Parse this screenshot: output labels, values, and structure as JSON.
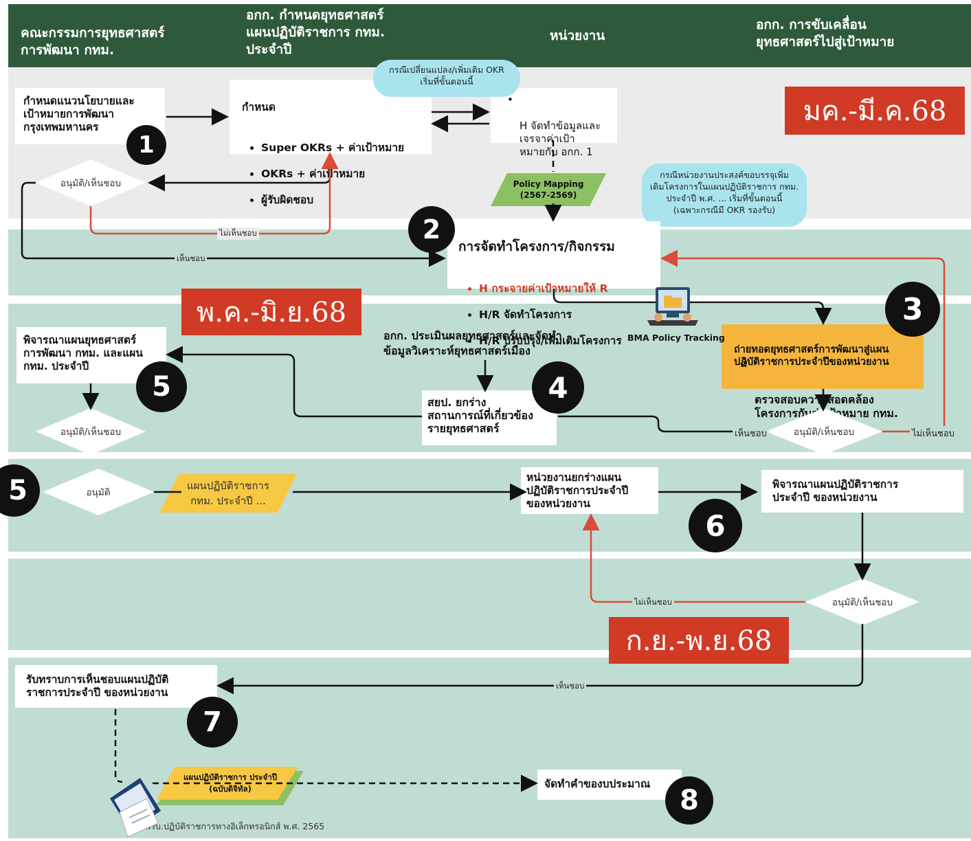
{
  "colors": {
    "header": "#2e5a3b",
    "band_gray": "#ebebeb",
    "band_green": "#c0ddd3",
    "badge": "#d13a24",
    "bubble": "#a9e4ee",
    "yellow": "#f7c842",
    "orange_box": "#f5b53d",
    "green_parallelogram": "#8cc063",
    "red_line": "#d94b3a"
  },
  "header": {
    "col1": "คณะกรรมการยุทธศาสตร์\nการพัฒนา กทม.",
    "col2": "อกก. กำหนดยุทธศาสตร์\nแผนปฏิบัติราชการ กทม.\nประจำปี",
    "col3": "หน่วยงาน",
    "col4": "อกก. การขับเคลื่อน\nยุทธศาสตร์ไปสู่เป้าหมาย"
  },
  "badges": {
    "b1": "มค.-มี.ค.68",
    "b2": "พ.ค.-มิ.ย.68",
    "b3": "ก.ย.-พ.ย.68"
  },
  "steps": {
    "s1": "1",
    "s2": "2",
    "s3": "3",
    "s4": "4",
    "s5a": "5",
    "s5b": "5",
    "s6": "6",
    "s7": "7",
    "s8": "8"
  },
  "boxes": {
    "policy": "กำหนดแนวนโยบายและ\nเป้าหมายการพัฒนา\nกรุงเทพมหานคร",
    "define_title": "กำหนด",
    "define_items": [
      "Super OKRs + ค่าเป้าหมาย",
      "OKRs + ค่าเป้าหมาย",
      "ผู้รับผิดชอบ"
    ],
    "h_data": "H จัดทำข้อมูลและ\nเจรจาค่าเป้า\nหมายกับ อกก. 1",
    "projects_title": "การจัดทำโครงการ/กิจกรรม",
    "projects_items": [
      "H กระจายค่าเป้าหมายให้ R",
      "H/R จัดทำโครงการ",
      "H/R ปรับปรุง/เพิ่มเติมโครงการ"
    ],
    "consider_strategy": "พิจารณาแผนยุทธศาสตร์\nการพัฒนา กทม. และแผน\nกทม. ประจำปี",
    "assess_text": "อกก. ประเมินผลยุทธศาสตร์และจัดทำ\nข้อมูลวิเคราะห์ยุทธศาสตร์เมือง",
    "draft_situation": "สยป. ยกร่าง\nสถานการณ์ที่เกี่ยวข้อง\nรายยุทธศาสตร์",
    "cascade": "ถ่ายทอดยุทธศาสตร์การพัฒนาสู่แผน\nปฏิบัติราชการประจำปีของหน่วยงาน",
    "cascade_item": "ตรวจสอบความสอดคล้อง\nโครงการกับค่าเป้าหมาย กทม.",
    "unit_draft": "หน่วยงานยกร่างแผน\nปฏิบัติราชการประจำปี\nของหน่วยงาน",
    "consider_unit_plan": "พิจารณาแผนปฏิบัติราชการ\nประจำปี ของหน่วยงาน",
    "acknowledge": "รับทราบการเห็นชอบแผนปฏิบัติ\nราชการประจำปี ของหน่วยงาน",
    "budget": "จัดทำคำของบประมาณ"
  },
  "bubbles": {
    "okr_change": "กรณีเปลี่ยนแปลง/เพิ่มเติม OKR\nเริ่มที่ขั้นตอนนี้",
    "unit_add": "กรณีหน่วยงานประสงค์ขอบรรจุเพิ่ม\nเติมโครงการในแผนปฏิบัติราชการ กทม.\nประจำปี พ.ศ. ... เริ่มที่ขั้นตอนนี้\n(เฉพาะกรณีมี OKR รองรับ)"
  },
  "diamonds": {
    "d1": "อนุมัติ/เห็นชอบ",
    "d2": "อนุมัติ/เห็นชอบ",
    "d3": "อนุมัติ/เห็นชอบ",
    "d4": "อนุมัติ",
    "d5": "อนุมัติ/เห็นชอบ"
  },
  "parallelograms": {
    "policy_mapping": "Policy Mapping\n(2567-2569)",
    "annual_plan": "แผนปฏิบัติราชการ\nกทม. ประจำปี ...",
    "digital_plan": "แผนปฏิบัติราชการ ประจำปี\n(ฉบับดิจิทัล)"
  },
  "edges": {
    "not_agree_1": "ไม่เห็นชอบ",
    "agree_1": "เห็นชอบ",
    "agree_3": "เห็นชอบ",
    "not_agree_3": "ไม่เห็นชอบ",
    "not_agree_6": "ไม่เห็นชอบ",
    "agree_6": "เห็นชอบ"
  },
  "icons": {
    "tracking_label": "BMA Policy Tracking",
    "law_label": "พรบ.ปฏิบัติราชการทางอิเล็กทรอนิกส์ พ.ศ. 2565"
  }
}
